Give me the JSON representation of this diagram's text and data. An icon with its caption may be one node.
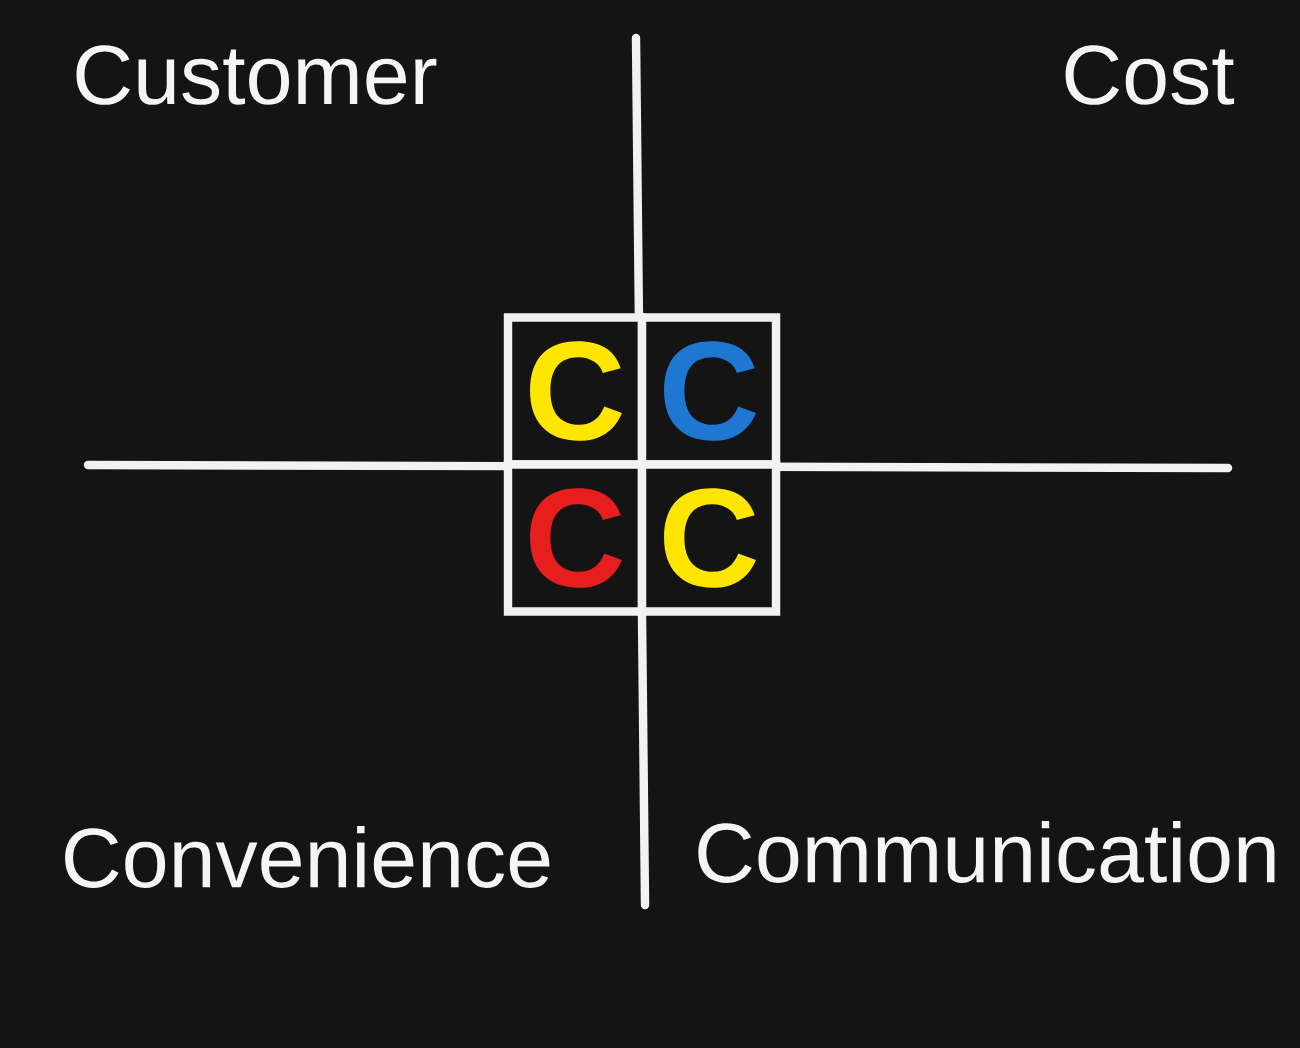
{
  "diagram": {
    "nodes": [
      {
        "text": [
          "C"
        ]
      },
      {
        "text": [
          "C"
        ]
      },
      {
        "text": [
          "C"
        ]
      },
      {
        "text": [
          "C"
        ]
      }
    ],
    "labels": [
      "Customer",
      "Cost",
      "Convenience",
      "Communication"
    ]
  }
}
